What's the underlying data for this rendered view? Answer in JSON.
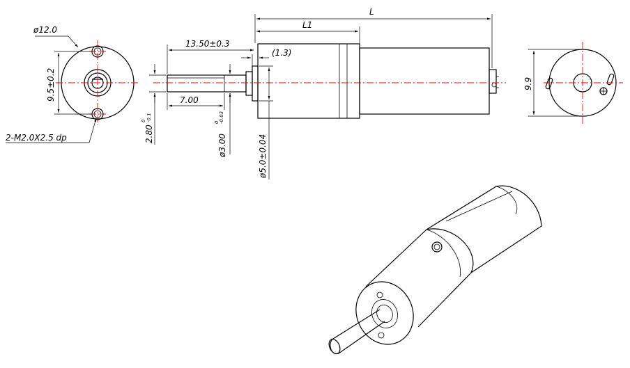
{
  "dimensions": {
    "flange_dia": "ø12.0",
    "hole_spacing": "9.5±0.2",
    "thread_spec": "2-M2.0X2.5 dp",
    "shaft_len": "13.50±0.3",
    "boss_len": "(1.3)",
    "overall_len": "L",
    "gearbox_len": "L1",
    "flat_len": "7.00",
    "flat_height": "2.80",
    "flat_tol_up": "0",
    "flat_tol_low": "-0.1",
    "shaft_dia": "ø3.00",
    "shaft_tol_up": "0",
    "shaft_tol_low": "-0.03",
    "boss_dia": "ø5.0±0.04",
    "motor_dia": "9.9"
  },
  "colors": {
    "outline": "#000000",
    "centerline": "#ff0000"
  }
}
